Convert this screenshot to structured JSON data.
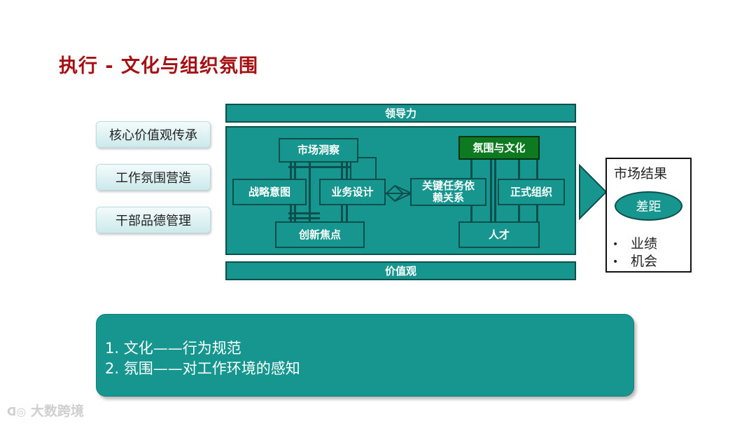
{
  "title": "执行 - 文化与组织氛围",
  "left_items": [
    "核心价值观传承",
    "工作氛围营造",
    "干部品德管理"
  ],
  "bars": {
    "top": "领导力",
    "bottom": "价值观"
  },
  "nodes": {
    "market_insight": "市场洞察",
    "strategic_intent": "战略意图",
    "business_design": "业务设计",
    "innovation_focus": "创新焦点",
    "key_task": "关键任务依赖关系",
    "atmosphere_culture": "氛围与文化",
    "formal_org": "正式组织",
    "talent": "人才"
  },
  "result": {
    "title": "市场结果",
    "gap": "差距",
    "bullets": [
      "业绩",
      "机会"
    ]
  },
  "panel": {
    "lines": [
      "1.  文化——行为规范",
      "2.  氛围——对工作环境的感知"
    ]
  },
  "watermark": "大数跨境",
  "colors": {
    "title": "#a50f12",
    "teal": "#17968f",
    "dark_teal": "#0d4f4c",
    "green": "#0d7a21"
  }
}
